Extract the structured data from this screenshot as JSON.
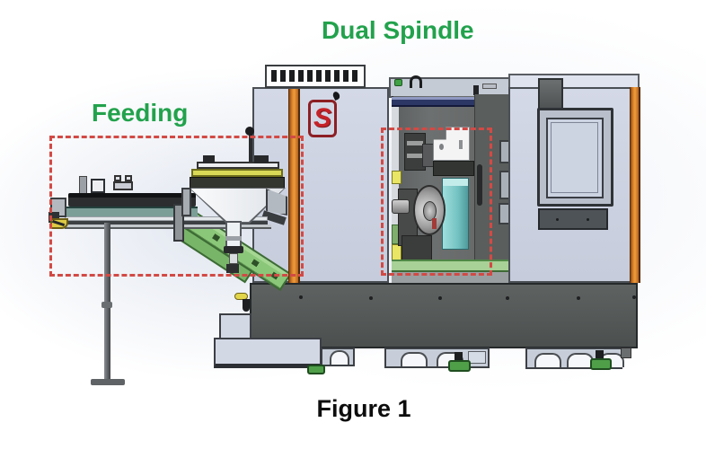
{
  "figure": {
    "caption": "Figure 1",
    "annotations": {
      "dual_spindle": {
        "label": "Dual Spindle"
      },
      "feeding": {
        "label": "Feeding"
      }
    },
    "logo": {
      "glyph": "S"
    },
    "colors": {
      "label_green": "#22a24c",
      "dashed_red": "#d24a45",
      "accent_orange": "#e0882f",
      "cabinet_body": "#ccd2e1",
      "base_dark": "#565a59",
      "conveyor_green": "#8bc779",
      "coolant_teal": "#74c2c2",
      "safety_yellow": "#e9e565",
      "foot_green": "#4f9f49",
      "logo_red": "#c52228"
    }
  }
}
